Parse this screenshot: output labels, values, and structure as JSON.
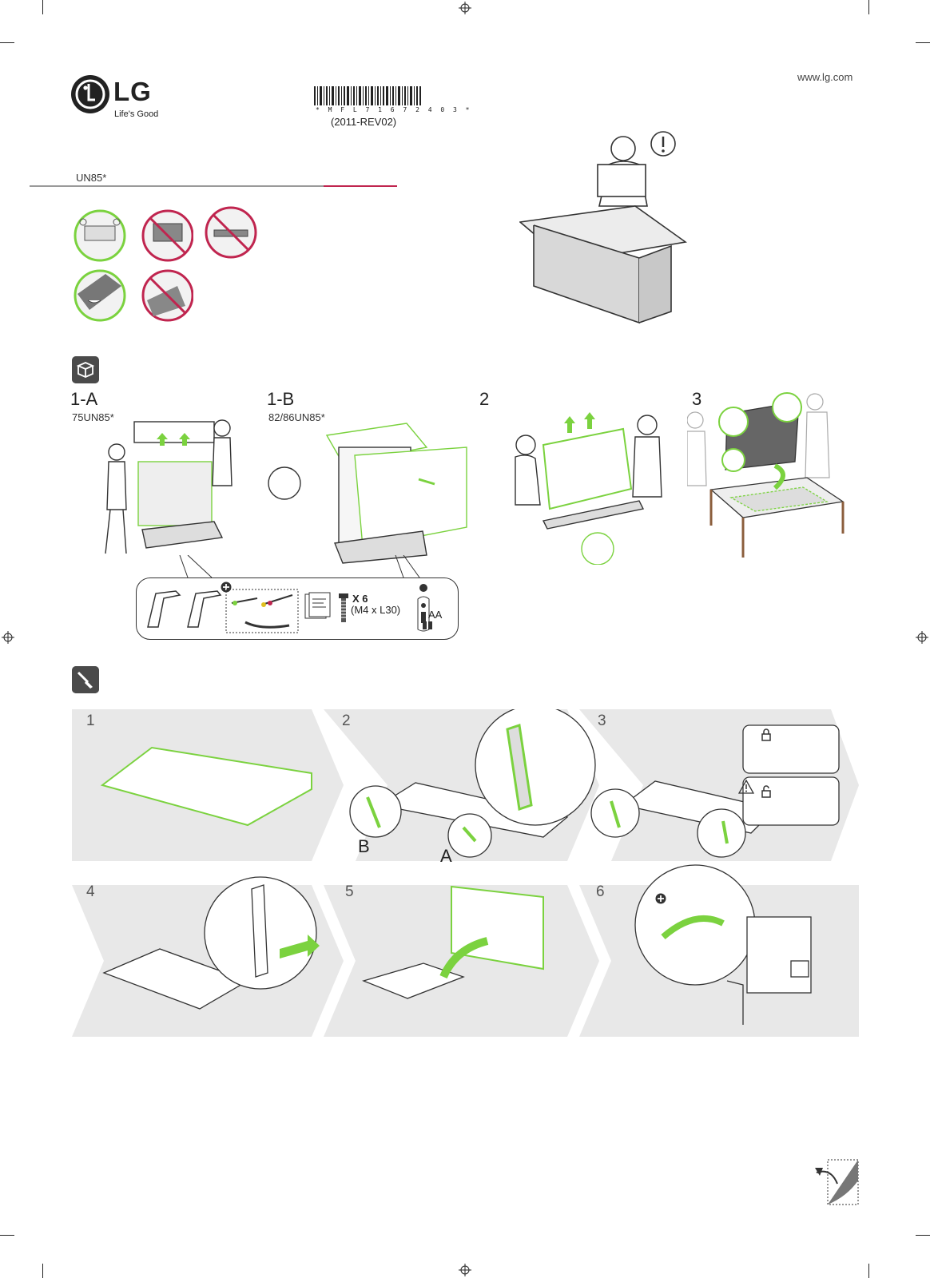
{
  "header": {
    "website": "www.lg.com",
    "brand": "LG",
    "tagline": "Life's Good",
    "doc_code": "* M F L 7 1 6 7 2 4 0 3 *",
    "revision": "(2011-REV02)",
    "model": "UN85*"
  },
  "colors": {
    "accent_green": "#7bd23f",
    "prohibit_red": "#c0254f",
    "panel_gray": "#e8e8e8",
    "icon_dark": "#4a4a4a"
  },
  "icons": {
    "unpack_section": "box-open-icon",
    "assembly_section": "screwdriver-icon",
    "warning": "exclamation-icon",
    "lock": "lock-icon",
    "caution": "warning-triangle-icon",
    "add": "plus-circle-icon",
    "page_turn": "page-turn-icon"
  },
  "unpack_steps": [
    {
      "step": "1-A",
      "models": "75UN85*"
    },
    {
      "step": "1-B",
      "models": "82/86UN85*"
    },
    {
      "step": "2",
      "models": ""
    },
    {
      "step": "3",
      "models": ""
    }
  ],
  "parts": {
    "screw_qty": "X 6",
    "screw_spec": "(M4 x L30)",
    "battery": "AA"
  },
  "assembly_steps": [
    {
      "number": "1"
    },
    {
      "number": "2",
      "labels": [
        "B",
        "A"
      ]
    },
    {
      "number": "3"
    },
    {
      "number": "4"
    },
    {
      "number": "5"
    },
    {
      "number": "6"
    }
  ]
}
